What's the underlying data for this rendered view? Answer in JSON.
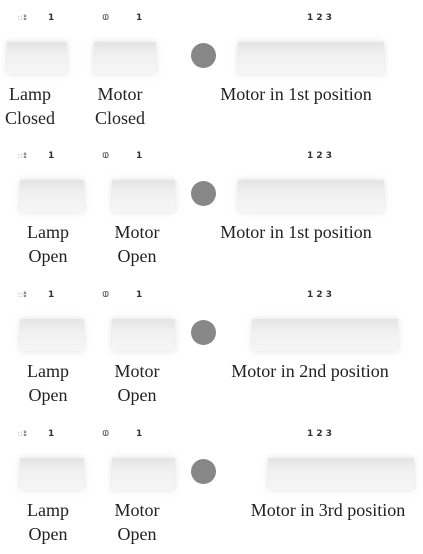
{
  "icons": {
    "lamp": "lamp-icon",
    "motor": "motor-icon",
    "lamp_glyph": "ః",
    "motor_glyph": "ⱷ"
  },
  "panels": [
    {
      "lamp_count": "1",
      "motor_count": "1",
      "positions": "1 2 3",
      "lamp_label": "Lamp",
      "lamp_state": "Closed",
      "motor_label": "Motor",
      "motor_state": "Closed",
      "status": "Motor in 1st position"
    },
    {
      "lamp_count": "1",
      "motor_count": "1",
      "positions": "1 2 3",
      "lamp_label": "Lamp",
      "lamp_state": "Open",
      "motor_label": "Motor",
      "motor_state": "Open",
      "status": "Motor in 1st position"
    },
    {
      "lamp_count": "1",
      "motor_count": "1",
      "positions": "1 2 3",
      "lamp_label": "Lamp",
      "lamp_state": "Open",
      "motor_label": "Motor",
      "motor_state": "Open",
      "status": "Motor in 2nd position"
    },
    {
      "lamp_count": "1",
      "motor_count": "1",
      "positions": "1 2 3",
      "lamp_label": "Lamp",
      "lamp_state": "Open",
      "motor_label": "Motor",
      "motor_state": "Open",
      "status": "Motor in 3rd position"
    }
  ]
}
